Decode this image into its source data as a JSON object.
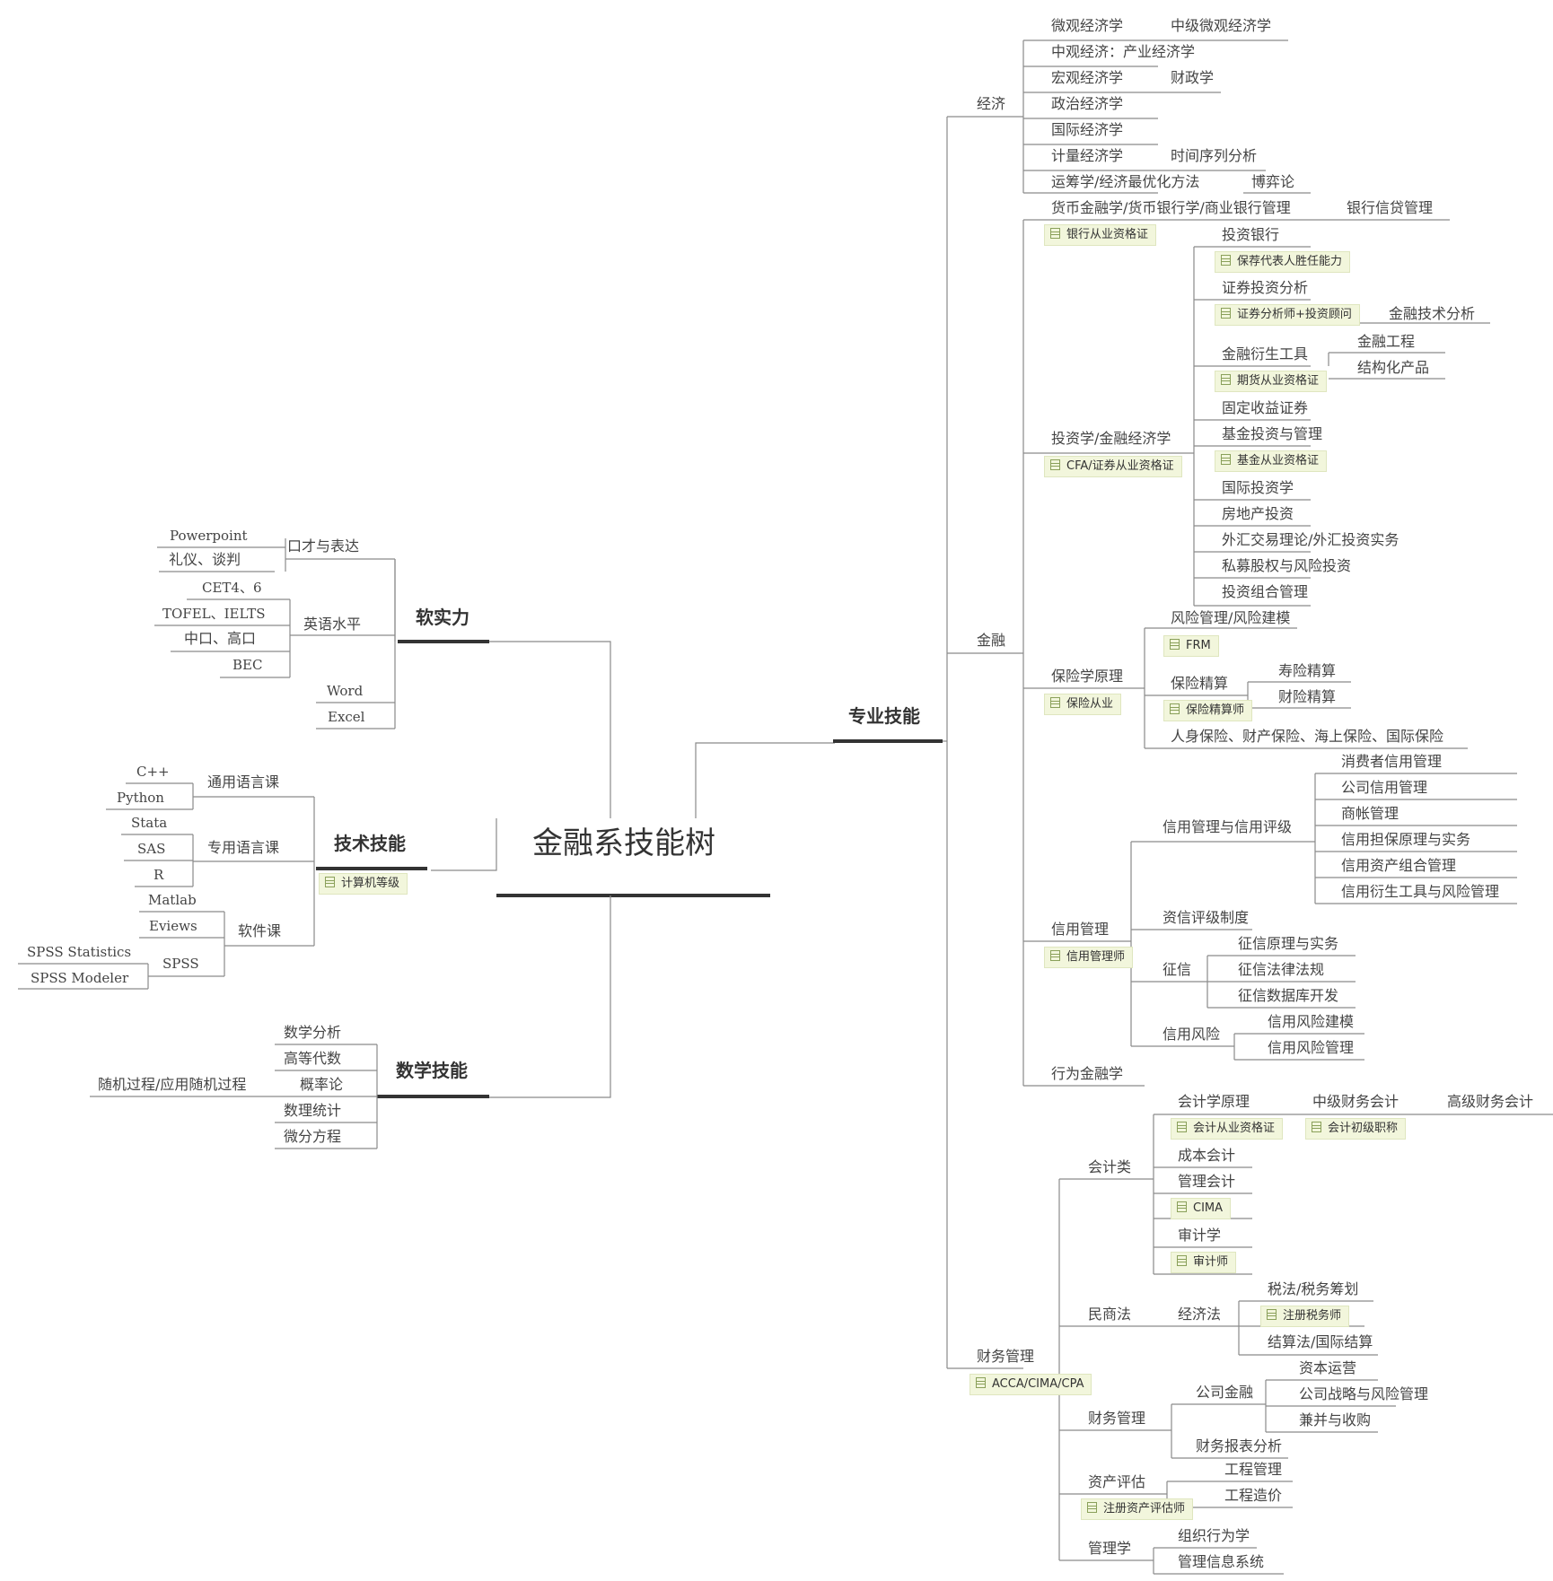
{
  "title": "金融系技能树",
  "branches": {
    "soft": {
      "label": "软实力",
      "children": [
        "口才与表达",
        "Powerpoint",
        "礼仪、谈判",
        "英语水平",
        "CET4、6",
        "TOFEL、IELTS",
        "中口、高口",
        "BEC",
        "Word",
        "Excel"
      ]
    },
    "tech": {
      "label": "技术技能",
      "tag": "计算机等级",
      "children": [
        "通用语言课",
        "C++",
        "Python",
        "专用语言课",
        "Stata",
        "SAS",
        "R",
        "软件课",
        "Matlab",
        "Eviews",
        "SPSS",
        "SPSS Statistics",
        "SPSS Modeler"
      ]
    },
    "math": {
      "label": "数学技能",
      "children": [
        "数学分析",
        "高等代数",
        "概率论",
        "随机过程/应用随机过程",
        "数理统计",
        "微分方程"
      ]
    },
    "pro": {
      "label": "专业技能"
    }
  },
  "economics": {
    "label": "经济",
    "items": [
      "微观经济学",
      "中级微观经济学",
      "中观经济：产业经济学",
      "宏观经济学",
      "财政学",
      "政治经济学",
      "国际经济学",
      "计量经济学",
      "时间序列分析",
      "运筹学/经济最优化方法",
      "博弈论"
    ]
  },
  "finance": {
    "label": "金融",
    "banking": [
      "货币金融学/货币银行学/商业银行管理",
      "银行信贷管理",
      "银行从业资格证"
    ],
    "investment": [
      "投资学/金融经济学",
      "CFA/证券从业资格证",
      "投资银行",
      "保荐代表人胜任能力",
      "证券投资分析",
      "证券分析师+投资顾问",
      "金融技术分析",
      "金融衍生工具",
      "金融工程",
      "结构化产品",
      "期货从业资格证",
      "固定收益证券",
      "基金投资与管理",
      "基金从业资格证",
      "国际投资学",
      "房地产投资",
      "外汇交易理论/外汇投资实务",
      "私募股权与风险投资",
      "投资组合管理"
    ],
    "insurance": [
      "保险学原理",
      "保险从业",
      "风险管理/风险建模",
      "FRM",
      "保险精算",
      "寿险精算",
      "财险精算",
      "保险精算师",
      "人身保险、财产保险、海上保险、国际保险"
    ],
    "credit": [
      "信用管理",
      "信用管理师",
      "信用管理与信用评级",
      "消费者信用管理",
      "公司信用管理",
      "商帐管理",
      "信用担保原理与实务",
      "信用资产组合管理",
      "信用衍生工具与风险管理",
      "资信评级制度",
      "征信",
      "征信原理与实务",
      "征信法律法规",
      "征信数据库开发",
      "信用风险",
      "信用风险建模",
      "信用风险管理",
      "行为金融学"
    ]
  },
  "fm": {
    "label": "财务管理",
    "tag": "ACCA/CIMA/CPA",
    "accounting": [
      "会计类",
      "会计学原理",
      "中级财务会计",
      "高级财务会计",
      "会计从业资格证",
      "会计初级职称",
      "成本会计",
      "管理会计",
      "CIMA",
      "审计学",
      "审计师"
    ],
    "law": [
      "民商法",
      "经济法",
      "税法/税务筹划",
      "注册税务师",
      "结算法/国际结算"
    ],
    "finmgmt": [
      "财务管理",
      "公司金融",
      "资本运营",
      "公司战略与风险管理",
      "兼并与收购",
      "财务报表分析"
    ],
    "valuation": [
      "资产评估",
      "注册资产评估师",
      "工程管理",
      "工程造价"
    ],
    "mgmt": [
      "管理学",
      "组织行为学",
      "管理信息系统"
    ]
  },
  "colors": {
    "line": "#8a8a8a",
    "main_line": "#333333",
    "tag_bg": "#f2f6dc",
    "text": "#444444"
  }
}
